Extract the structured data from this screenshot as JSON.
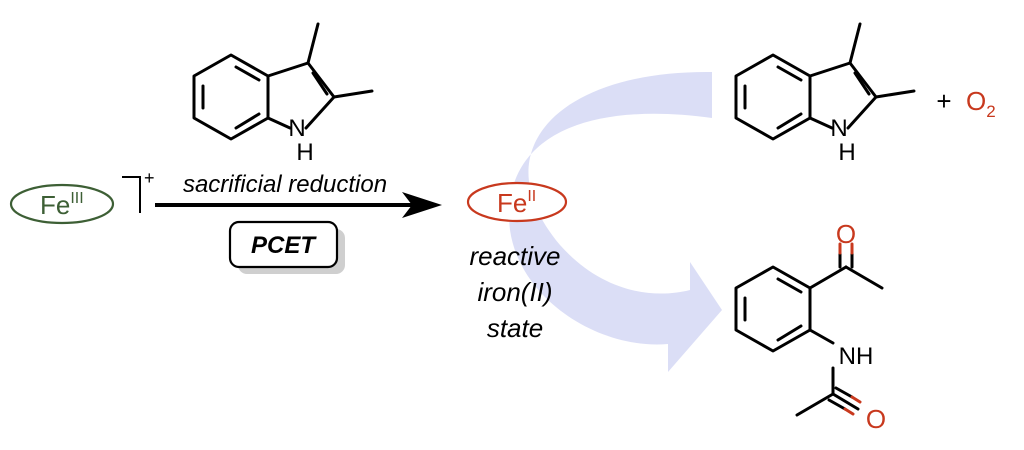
{
  "iron3": {
    "symbol": "Fe",
    "oxidation": "III",
    "charge": "+"
  },
  "iron2": {
    "symbol": "Fe",
    "oxidation": "II"
  },
  "reactant_indole": {
    "nh_label": "H",
    "n_label": "N"
  },
  "arrow": {
    "label_top": "sacrificial reduction",
    "box_label": "PCET"
  },
  "state_caption": [
    "reactive",
    "iron(II)",
    "state"
  ],
  "substrate": {
    "n_label": "N",
    "nh_label": "H",
    "plus": "+",
    "oxygen": "O",
    "oxygen_sub": "2"
  },
  "product": {
    "ketone_o": "O",
    "nh_label": "NH",
    "amide_o": "O"
  },
  "colors": {
    "green": "#3d5f35",
    "red": "#c8391e",
    "arrow_fill": "#d9dcf5",
    "black": "#000000"
  }
}
